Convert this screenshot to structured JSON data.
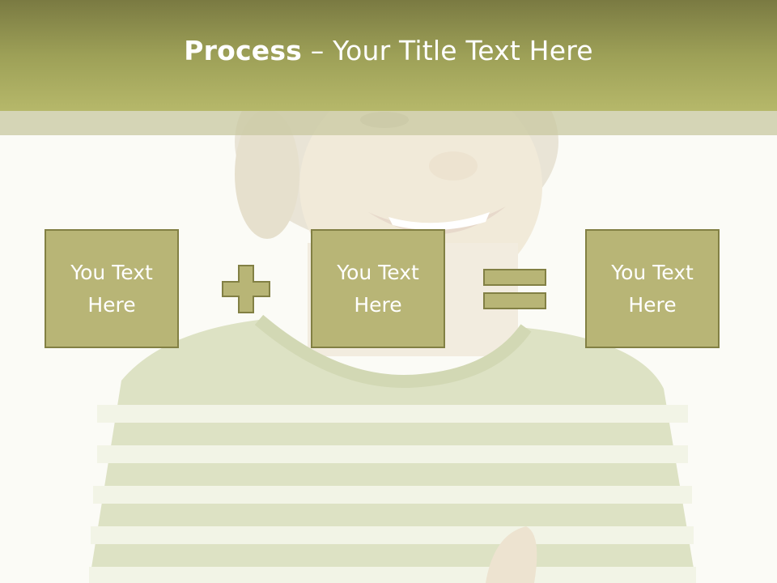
{
  "slide": {
    "title_bold": "Process",
    "title_rest": " – Your Title Text Here",
    "boxes": [
      {
        "label": "You Text\nHere"
      },
      {
        "label": "You Text\nHere"
      },
      {
        "label": "You Text\nHere"
      }
    ],
    "operators": [
      "plus-icon",
      "equals-icon"
    ],
    "colors": {
      "title_bar": "#9da057",
      "box_fill": "#b8b576",
      "box_border": "#828044",
      "text": "#ffffff"
    }
  }
}
